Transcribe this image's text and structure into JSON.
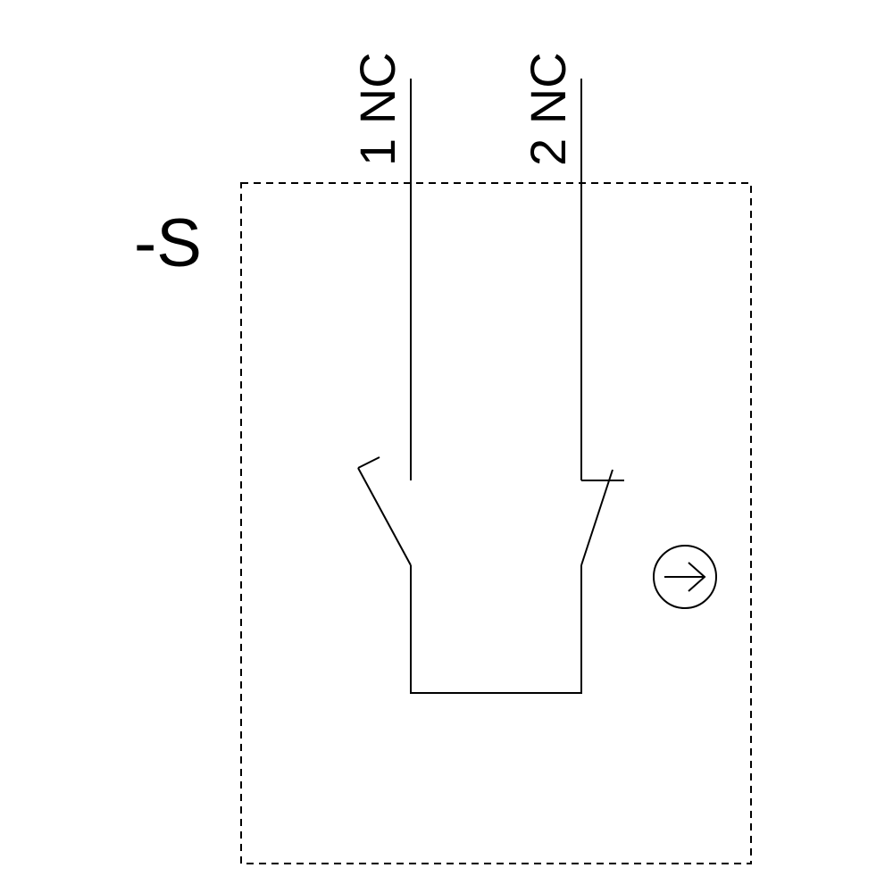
{
  "device": {
    "designation": "-S"
  },
  "terminals": [
    {
      "label": "1 NC"
    },
    {
      "label": "2 NC"
    }
  ],
  "symbols": {
    "actuator": "circle-arrow-right-icon"
  },
  "colors": {
    "line": "#000000",
    "background": "#ffffff"
  }
}
